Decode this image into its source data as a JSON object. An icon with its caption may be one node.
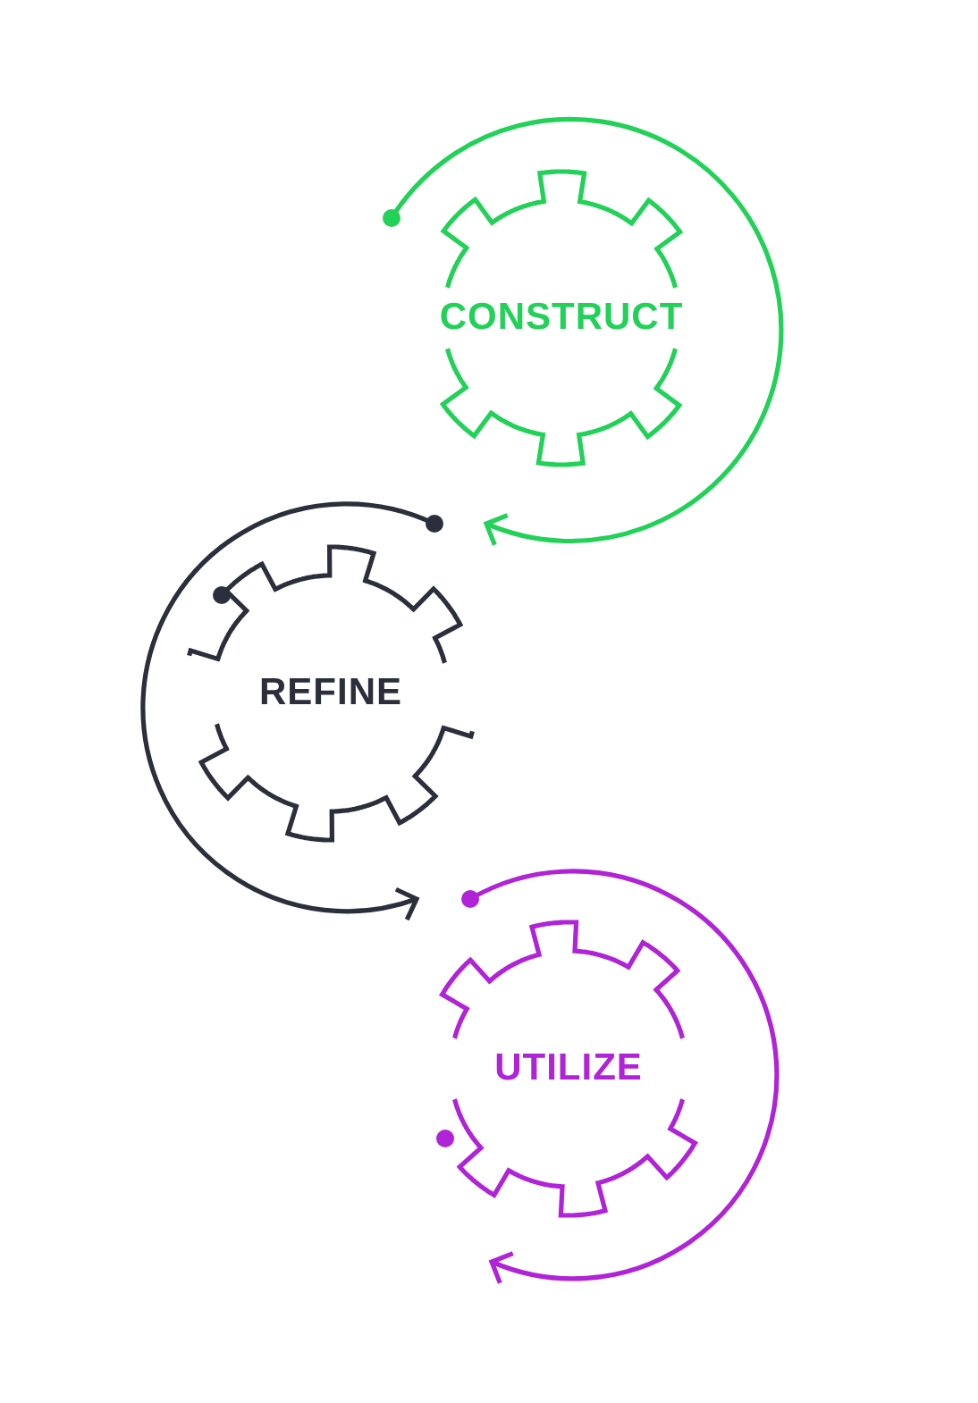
{
  "diagram": {
    "nodes": [
      {
        "text": [
          "CONSTRUCT"
        ]
      },
      {
        "text": [
          "REFINE"
        ]
      },
      {
        "text": [
          "UTILIZE"
        ]
      }
    ],
    "edges": [
      {
        "from": 0,
        "to": 1,
        "arrow": "to",
        "color": "#22d158"
      },
      {
        "from": 1,
        "to": 2,
        "arrow": "to",
        "color": "#2a2f3b"
      },
      {
        "from": 2,
        "to": null,
        "arrow": "to",
        "color": "#b023d6"
      }
    ]
  }
}
